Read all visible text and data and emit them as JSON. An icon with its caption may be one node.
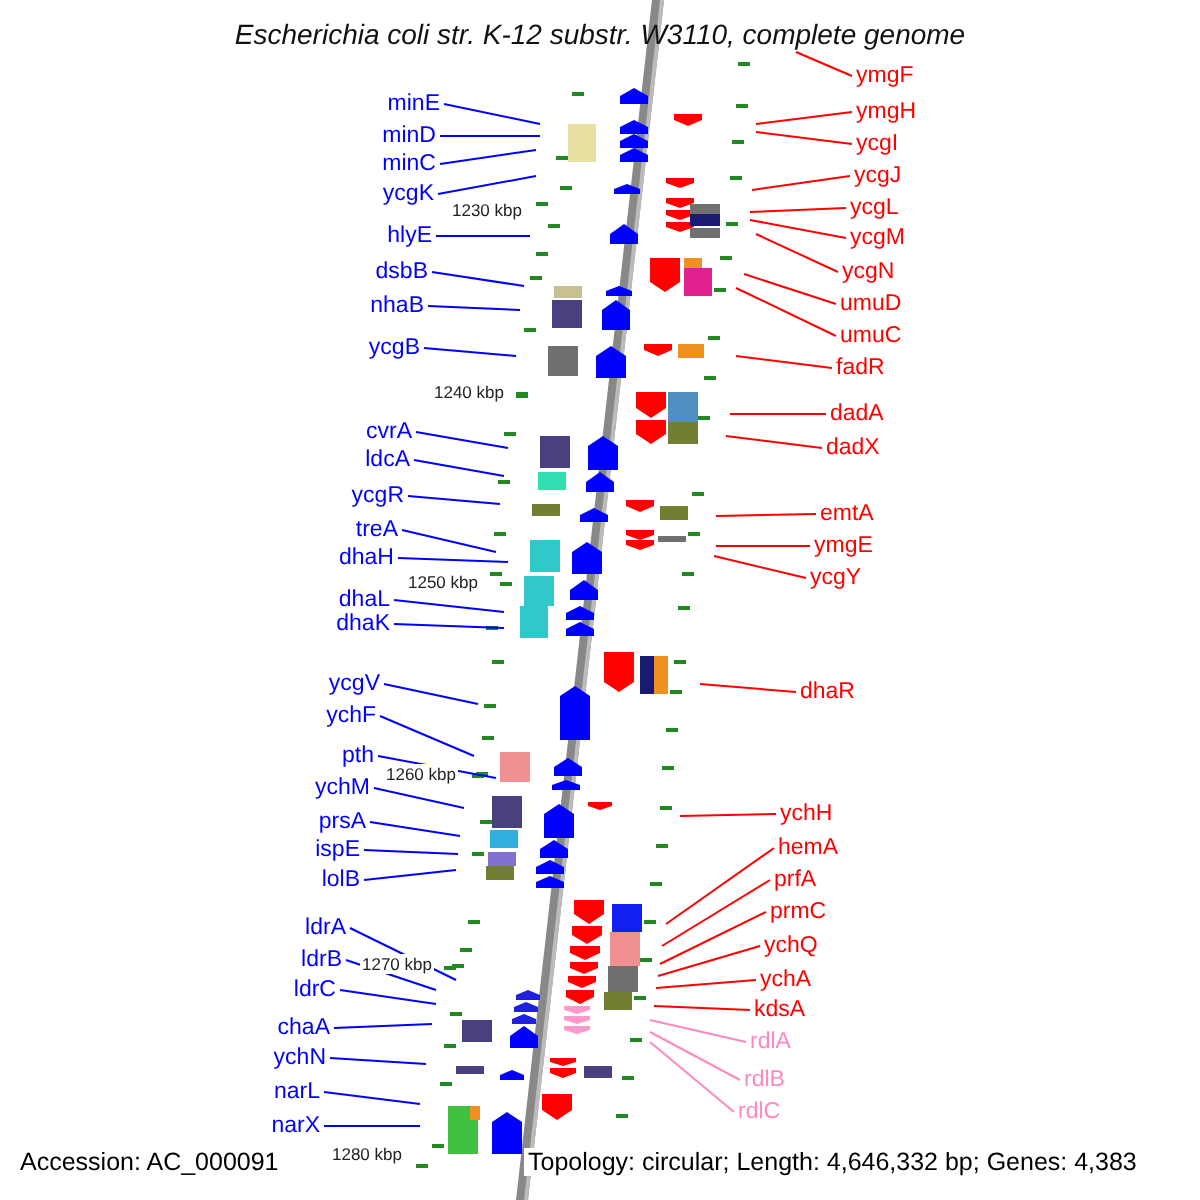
{
  "diagram": {
    "title": "Escherichia coli str. K-12 substr. W3110, complete genome",
    "nodes": [
      {
        "text": [
          "minE"
        ]
      },
      {
        "text": [
          "minD"
        ]
      },
      {
        "text": [
          "minC"
        ]
      },
      {
        "text": [
          "ycgK"
        ]
      },
      {
        "text": [
          "hlyE"
        ]
      },
      {
        "text": [
          "dsbB"
        ]
      },
      {
        "text": [
          "nhaB"
        ]
      },
      {
        "text": [
          "ycgB"
        ]
      },
      {
        "text": [
          "cvrA"
        ]
      },
      {
        "text": [
          "ldcA"
        ]
      },
      {
        "text": [
          "ycgR"
        ]
      },
      {
        "text": [
          "treA"
        ]
      },
      {
        "text": [
          "dhaH"
        ]
      },
      {
        "text": [
          "dhaL"
        ]
      },
      {
        "text": [
          "dhaK"
        ]
      },
      {
        "text": [
          "ycgV"
        ]
      },
      {
        "text": [
          "ychF"
        ]
      },
      {
        "text": [
          "pth"
        ]
      },
      {
        "text": [
          "ychM"
        ]
      },
      {
        "text": [
          "prsA"
        ]
      },
      {
        "text": [
          "ispE"
        ]
      },
      {
        "text": [
          "lolB"
        ]
      },
      {
        "text": [
          "ldrA"
        ]
      },
      {
        "text": [
          "ldrB"
        ]
      },
      {
        "text": [
          "ldrC"
        ]
      },
      {
        "text": [
          "chaA"
        ]
      },
      {
        "text": [
          "ychN"
        ]
      },
      {
        "text": [
          "narL"
        ]
      },
      {
        "text": [
          "narX"
        ]
      },
      {
        "text": [
          "ymgF"
        ]
      },
      {
        "text": [
          "ymgH"
        ]
      },
      {
        "text": [
          "ycgI"
        ]
      },
      {
        "text": [
          "ycgJ"
        ]
      },
      {
        "text": [
          "ycgL"
        ]
      },
      {
        "text": [
          "ycgM"
        ]
      },
      {
        "text": [
          "ycgN"
        ]
      },
      {
        "text": [
          "umuD"
        ]
      },
      {
        "text": [
          "umuC"
        ]
      },
      {
        "text": [
          "fadR"
        ]
      },
      {
        "text": [
          "dadA"
        ]
      },
      {
        "text": [
          "dadX"
        ]
      },
      {
        "text": [
          "emtA"
        ]
      },
      {
        "text": [
          "ymgE"
        ]
      },
      {
        "text": [
          "ycgY"
        ]
      },
      {
        "text": [
          "dhaR"
        ]
      },
      {
        "text": [
          "ychH"
        ]
      },
      {
        "text": [
          "hemA"
        ]
      },
      {
        "text": [
          "prfA"
        ]
      },
      {
        "text": [
          "prmC"
        ]
      },
      {
        "text": [
          "ychQ"
        ]
      },
      {
        "text": [
          "ychA"
        ]
      },
      {
        "text": [
          "kdsA"
        ]
      },
      {
        "text": [
          "rdlA"
        ]
      },
      {
        "text": [
          "rdlB"
        ]
      },
      {
        "text": [
          "rdlC"
        ]
      }
    ],
    "edges": [
      {
        "from": 0,
        "to": null,
        "arrow": "none"
      },
      {
        "from": 1,
        "to": null,
        "arrow": "none"
      },
      {
        "from": 2,
        "to": null,
        "arrow": "none"
      },
      {
        "from": 3,
        "to": null,
        "arrow": "none"
      },
      {
        "from": 4,
        "to": null,
        "arrow": "none"
      },
      {
        "from": 5,
        "to": null,
        "arrow": "none"
      },
      {
        "from": 6,
        "to": null,
        "arrow": "none"
      },
      {
        "from": 7,
        "to": null,
        "arrow": "none"
      },
      {
        "from": 8,
        "to": null,
        "arrow": "none"
      },
      {
        "from": 9,
        "to": null,
        "arrow": "none"
      },
      {
        "from": 10,
        "to": null,
        "arrow": "none"
      },
      {
        "from": 11,
        "to": null,
        "arrow": "none"
      },
      {
        "from": 12,
        "to": null,
        "arrow": "none"
      },
      {
        "from": 13,
        "to": null,
        "arrow": "none"
      },
      {
        "from": 14,
        "to": null,
        "arrow": "none"
      },
      {
        "from": 15,
        "to": null,
        "arrow": "none"
      },
      {
        "from": 16,
        "to": null,
        "arrow": "none"
      },
      {
        "from": 17,
        "to": null,
        "arrow": "none"
      },
      {
        "from": 18,
        "to": null,
        "arrow": "none"
      },
      {
        "from": 19,
        "to": null,
        "arrow": "none"
      },
      {
        "from": 20,
        "to": null,
        "arrow": "none"
      },
      {
        "from": 21,
        "to": null,
        "arrow": "none"
      },
      {
        "from": 22,
        "to": null,
        "arrow": "none"
      },
      {
        "from": 23,
        "to": null,
        "arrow": "none"
      },
      {
        "from": 24,
        "to": null,
        "arrow": "none"
      },
      {
        "from": 25,
        "to": null,
        "arrow": "none"
      },
      {
        "from": 26,
        "to": null,
        "arrow": "none"
      },
      {
        "from": 27,
        "to": null,
        "arrow": "none"
      },
      {
        "from": 28,
        "to": null,
        "arrow": "none"
      },
      {
        "from": 29,
        "to": null,
        "arrow": "none",
        "color": "#ff0000"
      },
      {
        "from": 30,
        "to": null,
        "arrow": "none",
        "color": "#ff0000"
      },
      {
        "from": 31,
        "to": null,
        "arrow": "none",
        "color": "#ff0000"
      },
      {
        "from": 32,
        "to": null,
        "arrow": "none",
        "color": "#ff0000"
      },
      {
        "from": 33,
        "to": null,
        "arrow": "none",
        "color": "#ff0000"
      },
      {
        "from": 34,
        "to": null,
        "arrow": "none",
        "color": "#ff0000"
      },
      {
        "from": 35,
        "to": null,
        "arrow": "none",
        "color": "#ff0000"
      },
      {
        "from": 36,
        "to": null,
        "arrow": "none",
        "color": "#ff0000"
      },
      {
        "from": 37,
        "to": null,
        "arrow": "none",
        "color": "#ff0000"
      },
      {
        "from": 38,
        "to": null,
        "arrow": "none",
        "color": "#ff0000"
      },
      {
        "from": 39,
        "to": null,
        "arrow": "none",
        "color": "#ff0000"
      },
      {
        "from": 40,
        "to": null,
        "arrow": "none",
        "color": "#ff0000"
      },
      {
        "from": 41,
        "to": null,
        "arrow": "none",
        "color": "#ff0000"
      },
      {
        "from": 42,
        "to": null,
        "arrow": "none",
        "color": "#ff0000"
      },
      {
        "from": 43,
        "to": null,
        "arrow": "none",
        "color": "#ff0000"
      },
      {
        "from": 44,
        "to": null,
        "arrow": "none",
        "color": "#ff0000"
      },
      {
        "from": 45,
        "to": null,
        "arrow": "none",
        "color": "#ff0000"
      },
      {
        "from": 46,
        "to": null,
        "arrow": "none",
        "color": "#ff0000"
      },
      {
        "from": 47,
        "to": null,
        "arrow": "none",
        "color": "#ff0000"
      },
      {
        "from": 48,
        "to": null,
        "arrow": "none",
        "color": "#ff0000"
      },
      {
        "from": 49,
        "to": null,
        "arrow": "none",
        "color": "#ff0000"
      },
      {
        "from": 50,
        "to": null,
        "arrow": "none",
        "color": "#ff0000"
      },
      {
        "from": 51,
        "to": null,
        "arrow": "none",
        "color": "#ff0000"
      },
      {
        "from": 52,
        "to": null,
        "arrow": "none",
        "color": "#ff88c0"
      },
      {
        "from": 53,
        "to": null,
        "arrow": "none",
        "color": "#ff88c0"
      },
      {
        "from": 54,
        "to": null,
        "arrow": "none",
        "color": "#ff88c0"
      }
    ],
    "labels": [
      "1230 kbp",
      "1240 kbp",
      "1250 kbp",
      "1260 kbp",
      "1270 kbp",
      "1280 kbp",
      "Accession: AC_000091",
      "Topology: circular; Length: 4,646,332 bp; Genes: 4,383"
    ]
  }
}
